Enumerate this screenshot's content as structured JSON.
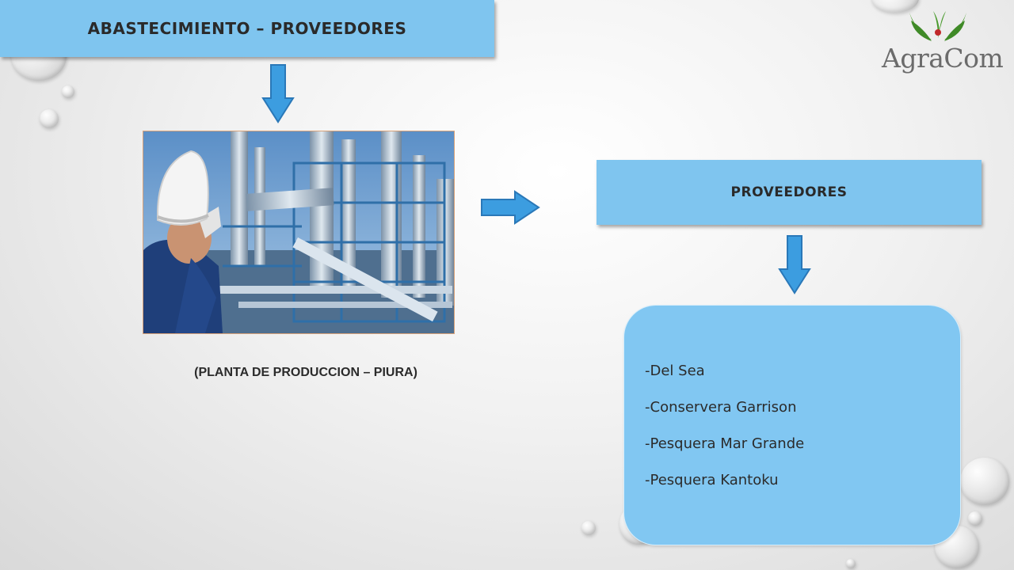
{
  "slide": {
    "title": "ABASTECIMIENTO – PROVEEDORES",
    "caption": "(PLANTA DE PRODUCCION – PIURA)",
    "proveedores_label": "PROVEEDORES",
    "suppliers": [
      "-Del Sea",
      "-Conservera Garrison",
      "-Pesquera Mar Grande",
      "-Pesquera Kantoku"
    ]
  },
  "logo": {
    "text": "AgraCom",
    "icon": "leaf-logo-icon"
  },
  "colors": {
    "accent_blue": "#7fc5ef",
    "arrow_blue": "#3c9de0",
    "logo_green": "#4a9a2e",
    "logo_red": "#c0282a"
  }
}
